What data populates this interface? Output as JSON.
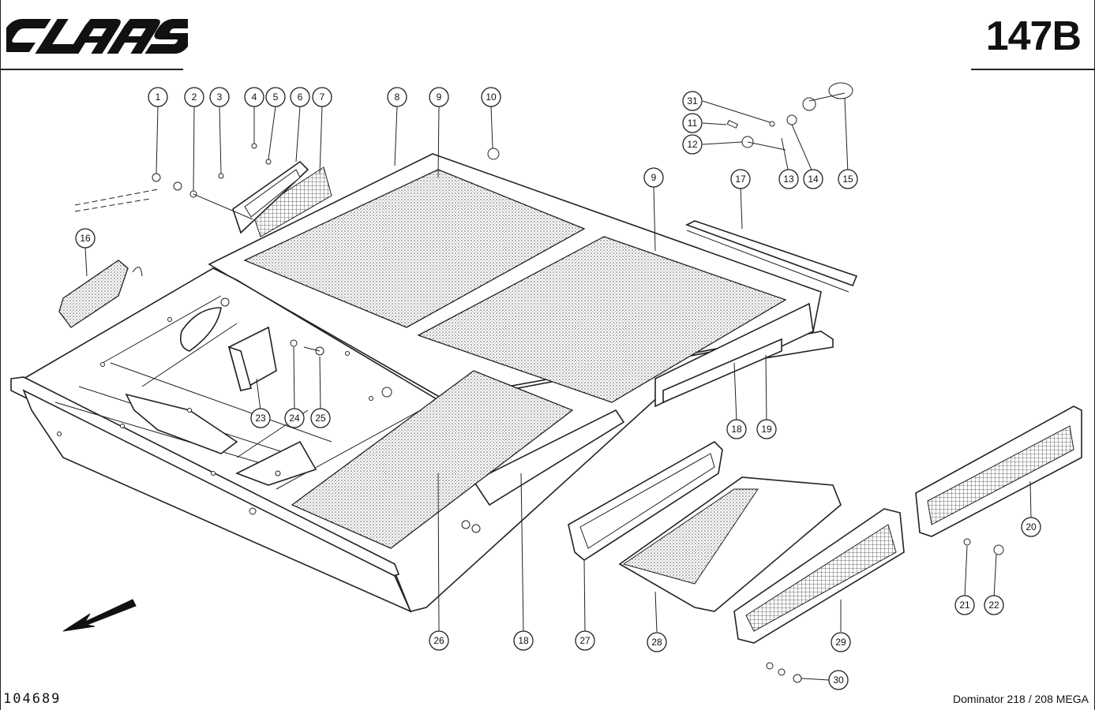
{
  "header": {
    "brand": "CLAAS",
    "page_number": "147B"
  },
  "footer": {
    "document_number": "104689",
    "model": "Dominator 218 / 208 MEGA"
  },
  "callouts": [
    "1",
    "2",
    "3",
    "4",
    "5",
    "6",
    "7",
    "8",
    "9",
    "10",
    "31",
    "11",
    "12",
    "13",
    "14",
    "15",
    "9",
    "17",
    "16",
    "23",
    "24",
    "25",
    "18",
    "19",
    "20",
    "21",
    "22",
    "26",
    "18",
    "27",
    "28",
    "29",
    "30"
  ],
  "colors": {
    "ink": "#222222",
    "paper": "#ffffff",
    "screen": "#9a9a9a"
  },
  "icons": [
    "claas-logo",
    "direction-arrow-icon"
  ]
}
